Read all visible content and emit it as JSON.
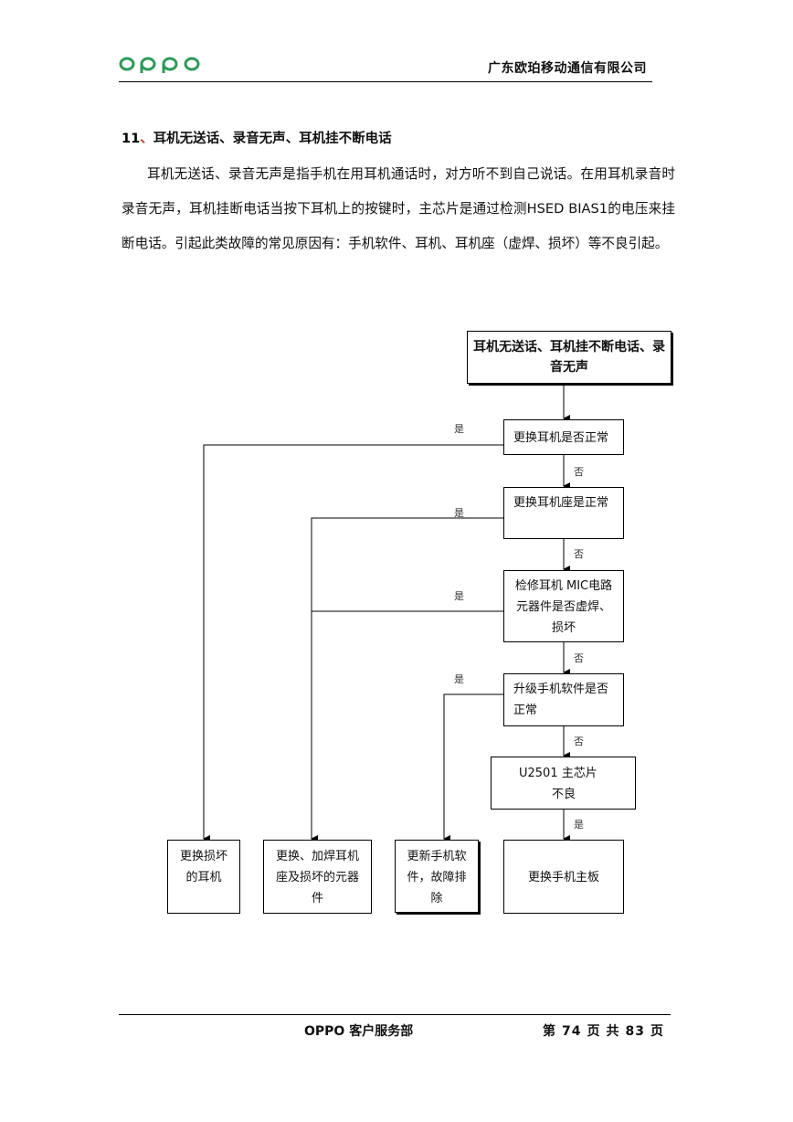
{
  "header": {
    "logo_text": "oppo",
    "company": "广东欧珀移动通信有限公司",
    "brand_color": "#2e9a5a"
  },
  "section": {
    "number": "11",
    "separator": "、",
    "title": "耳机无送话、录音无声、耳机挂不断电话",
    "paragraph": "耳机无送话、录音无声是指手机在用耳机通话时，对方听不到自己说话。在用耳机录音时录音无声，耳机挂断电话当按下耳机上的按键时，主芯片是通过检测HSED BIAS1的电压来挂断电话。引起此类故障的常见原因有：手机软件、耳机、耳机座（虚焊、损坏）等不良引起。"
  },
  "flowchart": {
    "start": "耳机无送话、耳机挂不断电话、录音无声",
    "step1": "更换耳机是否正常",
    "step2": "更换耳机座是正常",
    "step3": "检修耳机 MIC电路元器件是否虚焊、损坏",
    "step4": "升级手机软件是否正常",
    "step5_line1": "U2501 主芯片",
    "step5_line2": "不良",
    "end1": "更换损坏的耳机",
    "end2": "更换、加焊耳机座及损坏的元器件",
    "end3": "更新手机软件，故障排除",
    "end4": "更换手机主板",
    "yes": "是",
    "no": "否"
  },
  "footer": {
    "department": "OPPO 客户服务部",
    "page_prefix": "第",
    "page_current": "74",
    "page_mid1": "页",
    "page_mid2": "共",
    "page_total": "83",
    "page_suffix": "页"
  }
}
